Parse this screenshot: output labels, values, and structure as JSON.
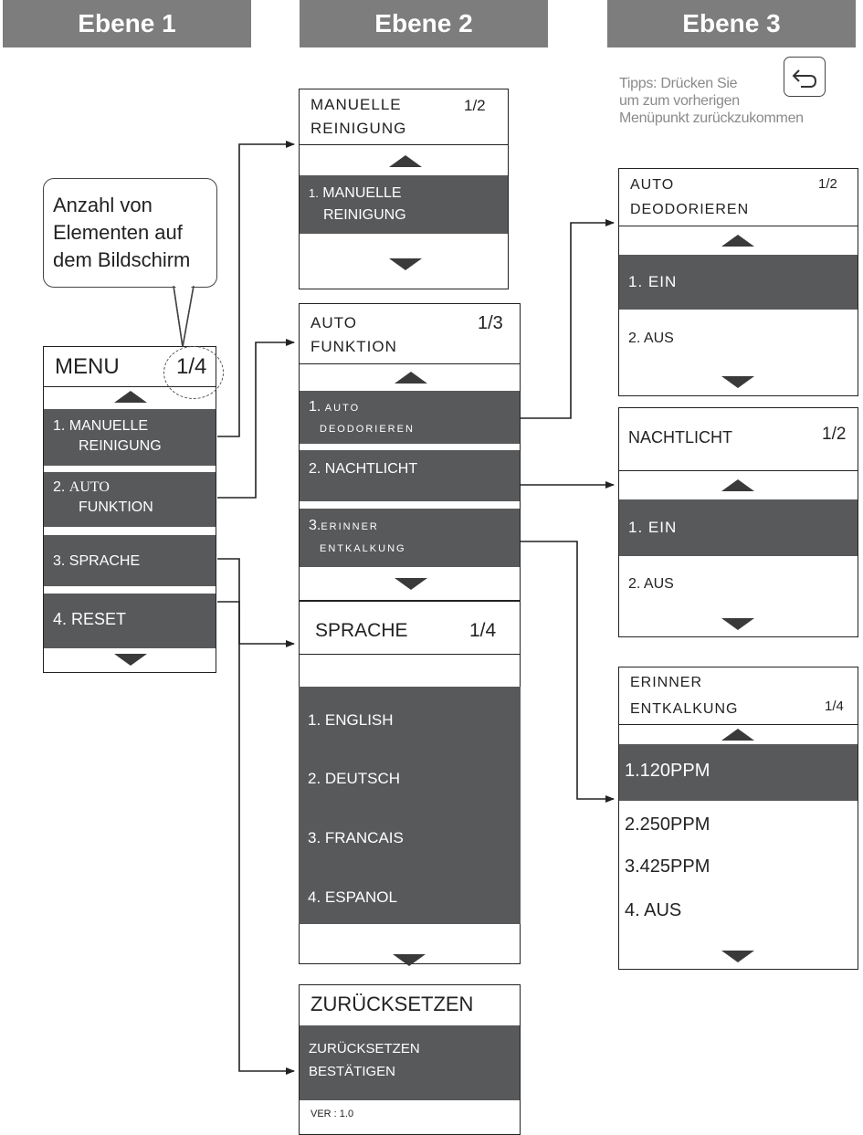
{
  "headers": {
    "level1": "Ebene 1",
    "level2": "Ebene 2",
    "level3": "Ebene 3"
  },
  "tip": {
    "line1": "Tipps: Drücken Sie",
    "line2": "um zum vorherigen",
    "line3": "Menüpunkt zurückzukommen"
  },
  "callout": {
    "line1": "Anzahl von",
    "line2": "Elementen auf",
    "line3": "dem Bildschirm"
  },
  "menu": {
    "title": "MENU",
    "page": "1/4",
    "items": [
      {
        "num": "1.",
        "l1": "MANUELLE",
        "l2": "REINIGUNG"
      },
      {
        "num": "2.",
        "l1": "AUTO",
        "l2": "FUNKTION"
      },
      {
        "num": "3.",
        "l1": "SPRACHE"
      },
      {
        "num": "4.",
        "l1": "RESET"
      }
    ]
  },
  "manuelle": {
    "title1": "MANUELLE",
    "title2": "REINIGUNG",
    "page": "1/2",
    "item_num": "1.",
    "item_l1": "MANUELLE",
    "item_l2": "REINIGUNG"
  },
  "auto": {
    "title1": "AUTO",
    "title2": "FUNKTION",
    "page": "1/3",
    "items": [
      {
        "num": "1.",
        "l1": "AUTO",
        "l2": "DEODORIEREN"
      },
      {
        "num": "2.",
        "l1": "NACHTLICHT"
      },
      {
        "num": "3.",
        "l1": "ERINNER",
        "l2": "ENTKALKUNG"
      }
    ]
  },
  "sprache": {
    "title": "SPRACHE",
    "page": "1/4",
    "items": [
      "1. ENGLISH",
      "2. DEUTSCH",
      "3. FRANCAIS",
      "4. ESPANOL"
    ]
  },
  "reset": {
    "title": "ZURÜCKSETZEN",
    "band1": "ZURÜCKSETZEN",
    "band2": "BESTÄTIGEN",
    "version": "VER : 1.0"
  },
  "deodorieren": {
    "title1": "AUTO",
    "title2": "DEODORIEREN",
    "page": "1/2",
    "items": [
      "1. EIN",
      "2. AUS"
    ]
  },
  "nachtlicht": {
    "title": "NACHTLICHT",
    "page": "1/2",
    "items": [
      "1. EIN",
      "2. AUS"
    ]
  },
  "entkalkung": {
    "title1": "ERINNER",
    "title2": "ENTKALKUNG",
    "page": "1/4",
    "items": [
      "1.120PPM",
      "2.250PPM",
      "3.425PPM",
      "4. AUS"
    ]
  }
}
